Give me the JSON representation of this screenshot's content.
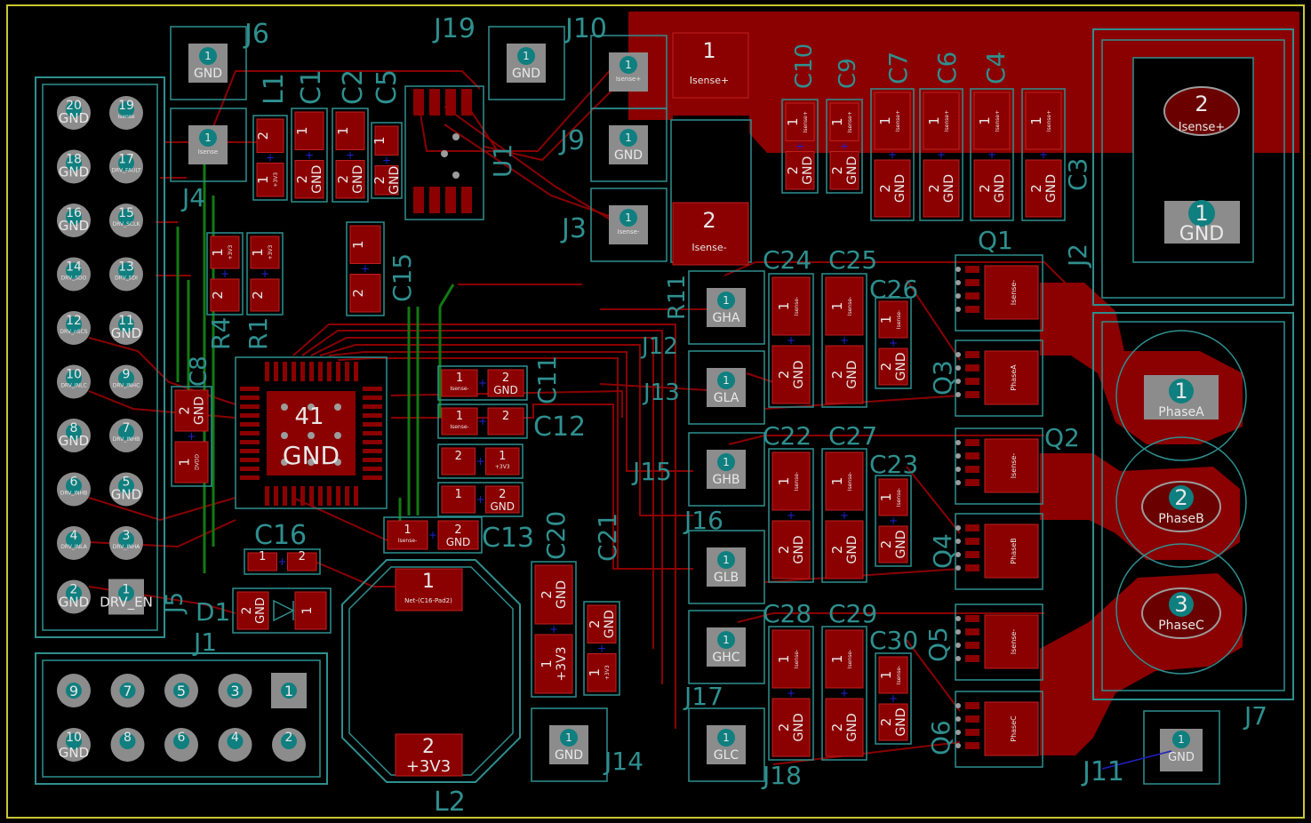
{
  "colors": {
    "background": "#000000",
    "board_edge": "#c8c832",
    "copper_front": "#8b0000",
    "copper_back": "#127a12",
    "silkscreen": "#2f8f8f",
    "through_pad": "#0f7f7f",
    "pad_gray": "#8c8c8c",
    "pad_text": "#e8e8e8"
  },
  "refs": {
    "J1": "J1",
    "J2": "J2",
    "J3": "J3",
    "J4": "J4",
    "J5": "J5",
    "J6": "J6",
    "J7": "J7",
    "J9": "J9",
    "J10": "J10",
    "J11": "J11",
    "J12": "J12",
    "J13": "J13",
    "J14": "J14",
    "J15": "J15",
    "J16": "J16",
    "J17": "J17",
    "J18": "J18",
    "J19": "J19",
    "L1": "L1",
    "L2": "L2",
    "U1": "U1",
    "D1": "D1",
    "R1": "R1",
    "R4": "R4",
    "R11": "R11",
    "C1": "C1",
    "C2": "C2",
    "C3": "C3",
    "C4": "C4",
    "C5": "C5",
    "C6": "C6",
    "C7": "C7",
    "C8": "C8",
    "C9": "C9",
    "C10": "C10",
    "C11": "C11",
    "C12": "C12",
    "C13": "C13",
    "C15": "C15",
    "C16": "C16",
    "C20": "C20",
    "C21": "C21",
    "C22": "C22",
    "C23": "C23",
    "C24": "C24",
    "C25": "C25",
    "C26": "C26",
    "C27": "C27",
    "C28": "C28",
    "C29": "C29",
    "C30": "C30",
    "Q1": "Q1",
    "Q2": "Q2",
    "Q3": "Q3",
    "Q4": "Q4",
    "Q5": "Q5",
    "Q6": "Q6"
  },
  "nets": {
    "gnd": "GND",
    "v33": "+3V3",
    "isense": "Isense",
    "isense_p": "Isense+",
    "isense_n": "Isense-",
    "phase_a": "PhaseA",
    "phase_b": "PhaseB",
    "phase_c": "PhaseC",
    "gha": "GHA",
    "gla": "GLA",
    "ghb": "GHB",
    "glb": "GLB",
    "ghc": "GHC",
    "glc": "GLC",
    "drv_en": "DRV_EN",
    "dvdd": "DVDD",
    "l2_net": "Net-(C16-Pad2)"
  },
  "pins": {
    "p1": "1",
    "p2": "2",
    "p3": "3",
    "p4": "4",
    "p5": "5",
    "p6": "6",
    "p7": "7",
    "p8": "8",
    "p9": "9",
    "p10": "10",
    "p11": "11",
    "p12": "12",
    "p13": "13",
    "p14": "14",
    "p15": "15",
    "p16": "16",
    "p17": "17",
    "p18": "18",
    "p19": "19",
    "p20": "20",
    "p41": "41"
  },
  "j5_small": {
    "p19": "Isense",
    "p17": "DRV_FAULT",
    "p15": "DRV_SCLK",
    "p13": "DRV_SDI",
    "p14": "DRV_SDO",
    "p12": "DRV_nSCS",
    "p10": "DRV_INLC",
    "p9": "DRV_INHC",
    "p7": "DRV_INHB",
    "p6": "DRV_INHB",
    "p5": "GND",
    "p4": "DRV_INLA",
    "p3": "DRV_INHA"
  }
}
